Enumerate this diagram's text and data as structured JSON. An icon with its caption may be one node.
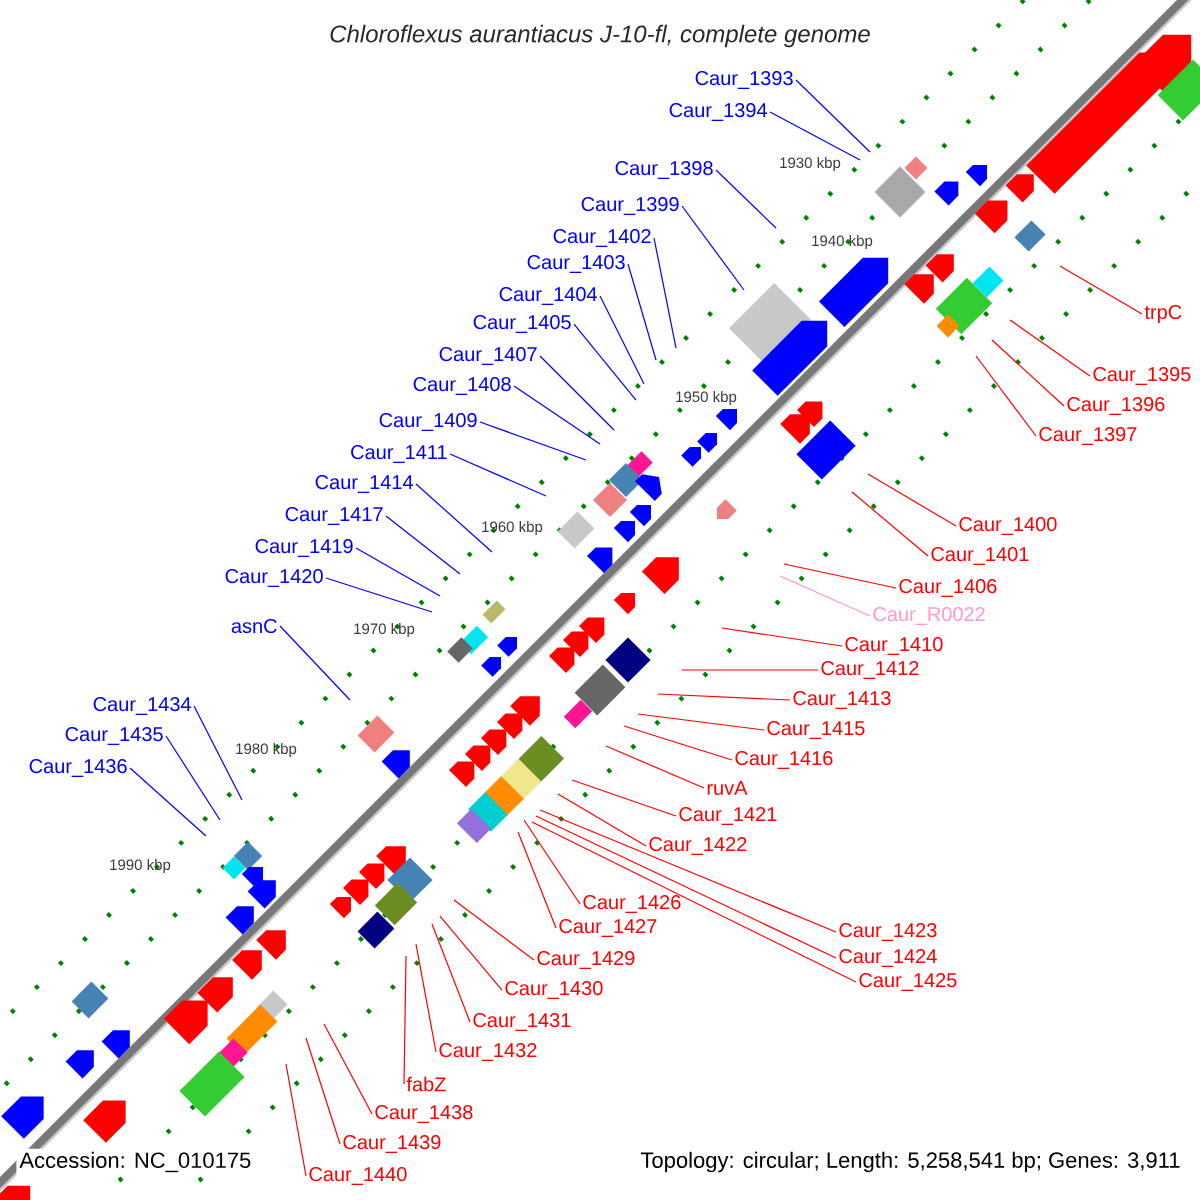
{
  "diagram": {
    "title": "Chloroflexus aurantiacus J-10-fl, complete genome",
    "nodes": [
      {
        "text": [
          "Caur_1393"
        ]
      },
      {
        "text": [
          "Caur_1394"
        ]
      },
      {
        "text": [
          "Caur_1398"
        ]
      },
      {
        "text": [
          "Caur_1399"
        ]
      },
      {
        "text": [
          "Caur_1402"
        ]
      },
      {
        "text": [
          "Caur_1403"
        ]
      },
      {
        "text": [
          "Caur_1404"
        ]
      },
      {
        "text": [
          "Caur_1405"
        ]
      },
      {
        "text": [
          "Caur_1407"
        ]
      },
      {
        "text": [
          "Caur_1408"
        ]
      },
      {
        "text": [
          "Caur_1409"
        ]
      },
      {
        "text": [
          "Caur_1411"
        ]
      },
      {
        "text": [
          "Caur_1414"
        ]
      },
      {
        "text": [
          "Caur_1417"
        ]
      },
      {
        "text": [
          "Caur_1419"
        ]
      },
      {
        "text": [
          "Caur_1420"
        ]
      },
      {
        "text": [
          "asnC"
        ]
      },
      {
        "text": [
          "Caur_1434"
        ]
      },
      {
        "text": [
          "Caur_1435"
        ]
      },
      {
        "text": [
          "Caur_1436"
        ]
      },
      {
        "text": [
          "trpC"
        ]
      },
      {
        "text": [
          "Caur_1395"
        ]
      },
      {
        "text": [
          "Caur_1396"
        ]
      },
      {
        "text": [
          "Caur_1397"
        ]
      },
      {
        "text": [
          "Caur_1400"
        ]
      },
      {
        "text": [
          "Caur_1401"
        ]
      },
      {
        "text": [
          "Caur_1406"
        ]
      },
      {
        "text": [
          "Caur_R0022"
        ]
      },
      {
        "text": [
          "Caur_1410"
        ]
      },
      {
        "text": [
          "Caur_1412"
        ]
      },
      {
        "text": [
          "Caur_1413"
        ]
      },
      {
        "text": [
          "Caur_1415"
        ]
      },
      {
        "text": [
          "Caur_1416"
        ]
      },
      {
        "text": [
          "ruvA"
        ]
      },
      {
        "text": [
          "Caur_1421"
        ]
      },
      {
        "text": [
          "Caur_1422"
        ]
      },
      {
        "text": [
          "Caur_1426"
        ]
      },
      {
        "text": [
          "Caur_1427"
        ]
      },
      {
        "text": [
          "Caur_1423"
        ]
      },
      {
        "text": [
          "Caur_1424"
        ]
      },
      {
        "text": [
          "Caur_1425"
        ]
      },
      {
        "text": [
          "Caur_1429"
        ]
      },
      {
        "text": [
          "Caur_1430"
        ]
      },
      {
        "text": [
          "Caur_1431"
        ]
      },
      {
        "text": [
          "Caur_1432"
        ]
      },
      {
        "text": [
          "fabZ"
        ]
      },
      {
        "text": [
          "Caur_1438"
        ]
      },
      {
        "text": [
          "Caur_1439"
        ]
      },
      {
        "text": [
          "Caur_1440"
        ]
      }
    ],
    "edges": [
      {
        "from": 0,
        "to": null,
        "arrow": "none",
        "color": "#0000ff"
      },
      {
        "from": 1,
        "to": null,
        "arrow": "none",
        "color": "#0000ff"
      },
      {
        "from": 2,
        "to": null,
        "arrow": "none",
        "color": "#0000ff"
      },
      {
        "from": 3,
        "to": null,
        "arrow": "none",
        "color": "#0000ff"
      },
      {
        "from": 4,
        "to": null,
        "arrow": "none",
        "color": "#0000ff"
      },
      {
        "from": 5,
        "to": null,
        "arrow": "none",
        "color": "#0000ff"
      },
      {
        "from": 6,
        "to": null,
        "arrow": "none",
        "color": "#0000ff"
      },
      {
        "from": 7,
        "to": null,
        "arrow": "none",
        "color": "#0000ff"
      },
      {
        "from": 8,
        "to": null,
        "arrow": "none",
        "color": "#0000ff"
      },
      {
        "from": 9,
        "to": null,
        "arrow": "none",
        "color": "#0000ff"
      },
      {
        "from": 10,
        "to": null,
        "arrow": "none",
        "color": "#0000ff"
      },
      {
        "from": 11,
        "to": null,
        "arrow": "none",
        "color": "#0000ff"
      },
      {
        "from": 12,
        "to": null,
        "arrow": "none",
        "color": "#0000ff"
      },
      {
        "from": 13,
        "to": null,
        "arrow": "none",
        "color": "#0000ff"
      },
      {
        "from": 14,
        "to": null,
        "arrow": "none",
        "color": "#0000ff"
      },
      {
        "from": 15,
        "to": null,
        "arrow": "none",
        "color": "#0000ff"
      },
      {
        "from": 16,
        "to": null,
        "arrow": "none",
        "color": "#0000ff"
      },
      {
        "from": 17,
        "to": null,
        "arrow": "none",
        "color": "#0000ff"
      },
      {
        "from": 18,
        "to": null,
        "arrow": "none",
        "color": "#0000ff"
      },
      {
        "from": 19,
        "to": null,
        "arrow": "none",
        "color": "#0000ff"
      },
      {
        "from": 20,
        "to": null,
        "arrow": "none"
      },
      {
        "from": 21,
        "to": null,
        "arrow": "none"
      },
      {
        "from": 22,
        "to": null,
        "arrow": "none"
      },
      {
        "from": 23,
        "to": null,
        "arrow": "none"
      },
      {
        "from": 24,
        "to": null,
        "arrow": "none"
      },
      {
        "from": 25,
        "to": null,
        "arrow": "none"
      },
      {
        "from": 26,
        "to": null,
        "arrow": "none"
      },
      {
        "from": 27,
        "to": null,
        "arrow": "none",
        "color": "#ff99cc"
      },
      {
        "from": 28,
        "to": null,
        "arrow": "none"
      },
      {
        "from": 29,
        "to": null,
        "arrow": "none"
      },
      {
        "from": 30,
        "to": null,
        "arrow": "none"
      },
      {
        "from": 31,
        "to": null,
        "arrow": "none"
      },
      {
        "from": 32,
        "to": null,
        "arrow": "none"
      },
      {
        "from": 33,
        "to": null,
        "arrow": "none"
      },
      {
        "from": 34,
        "to": null,
        "arrow": "none"
      },
      {
        "from": 35,
        "to": null,
        "arrow": "none"
      },
      {
        "from": 36,
        "to": null,
        "arrow": "none"
      },
      {
        "from": 37,
        "to": null,
        "arrow": "none"
      },
      {
        "from": 38,
        "to": null,
        "arrow": "none"
      },
      {
        "from": 39,
        "to": null,
        "arrow": "none"
      },
      {
        "from": 40,
        "to": null,
        "arrow": "none"
      },
      {
        "from": 41,
        "to": null,
        "arrow": "none"
      },
      {
        "from": 42,
        "to": null,
        "arrow": "none"
      },
      {
        "from": 43,
        "to": null,
        "arrow": "none"
      },
      {
        "from": 44,
        "to": null,
        "arrow": "none"
      },
      {
        "from": 45,
        "to": null,
        "arrow": "none"
      },
      {
        "from": 46,
        "to": null,
        "arrow": "none"
      },
      {
        "from": 47,
        "to": null,
        "arrow": "none"
      },
      {
        "from": 48,
        "to": null,
        "arrow": "none"
      }
    ],
    "labels": [
      "1930 kbp",
      "1940 kbp",
      "1950 kbp",
      "1960 kbp",
      "1970 kbp",
      "1980 kbp",
      "1990 kbp",
      "Accession: NC_010175",
      "Topology: circular; Length: 5,258,541 bp; Genes: 3,911"
    ]
  }
}
